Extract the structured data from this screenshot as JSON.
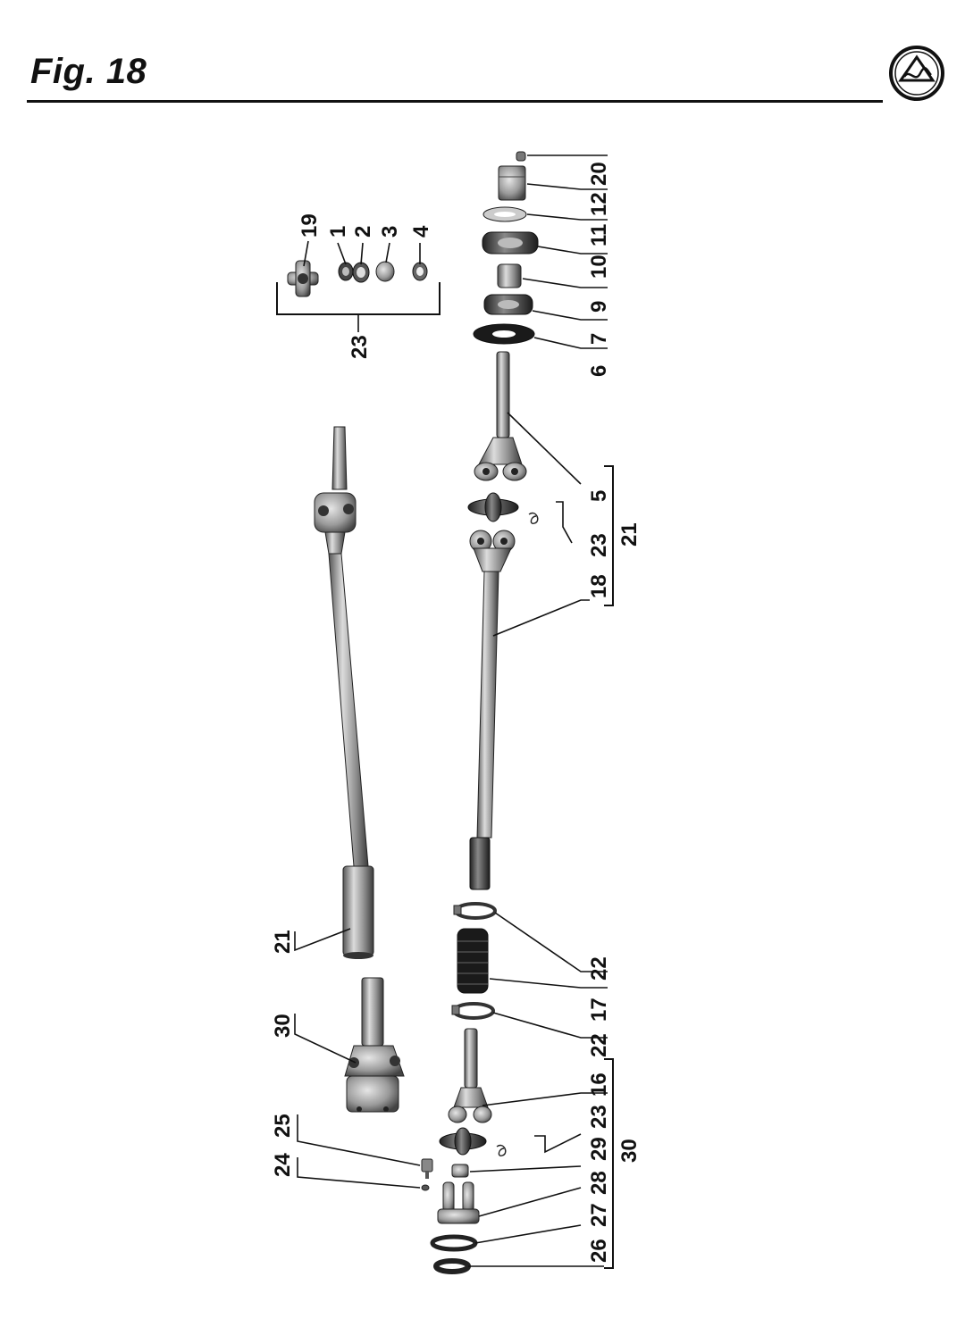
{
  "header": {
    "title": "Fig. 18",
    "logo_icon": "brand-emblem-icon"
  },
  "labels": {
    "p1": "1",
    "p2": "2",
    "p3": "3",
    "p4": "4",
    "p19": "19",
    "p23_kit": "23",
    "p20": "20",
    "p12": "12",
    "p11": "11",
    "p10": "10",
    "p9": "9",
    "p7": "7",
    "p6": "6",
    "p5": "5",
    "p23_mid": "23",
    "p18": "18",
    "p21_group": "21",
    "p21_left": "21",
    "p30_left": "30",
    "p25": "25",
    "p24": "24",
    "p22_top": "22",
    "p17": "17",
    "p22_bot": "22",
    "p16": "16",
    "p23_low": "23",
    "p29": "29",
    "p28": "28",
    "p27": "27",
    "p26": "26",
    "p30_group": "30"
  },
  "colors": {
    "ink": "#111111",
    "metal_light": "#d8d8d8",
    "metal_mid": "#9a9a9a",
    "metal_dark": "#3a3a3a",
    "rubber": "#1a1a1a"
  }
}
